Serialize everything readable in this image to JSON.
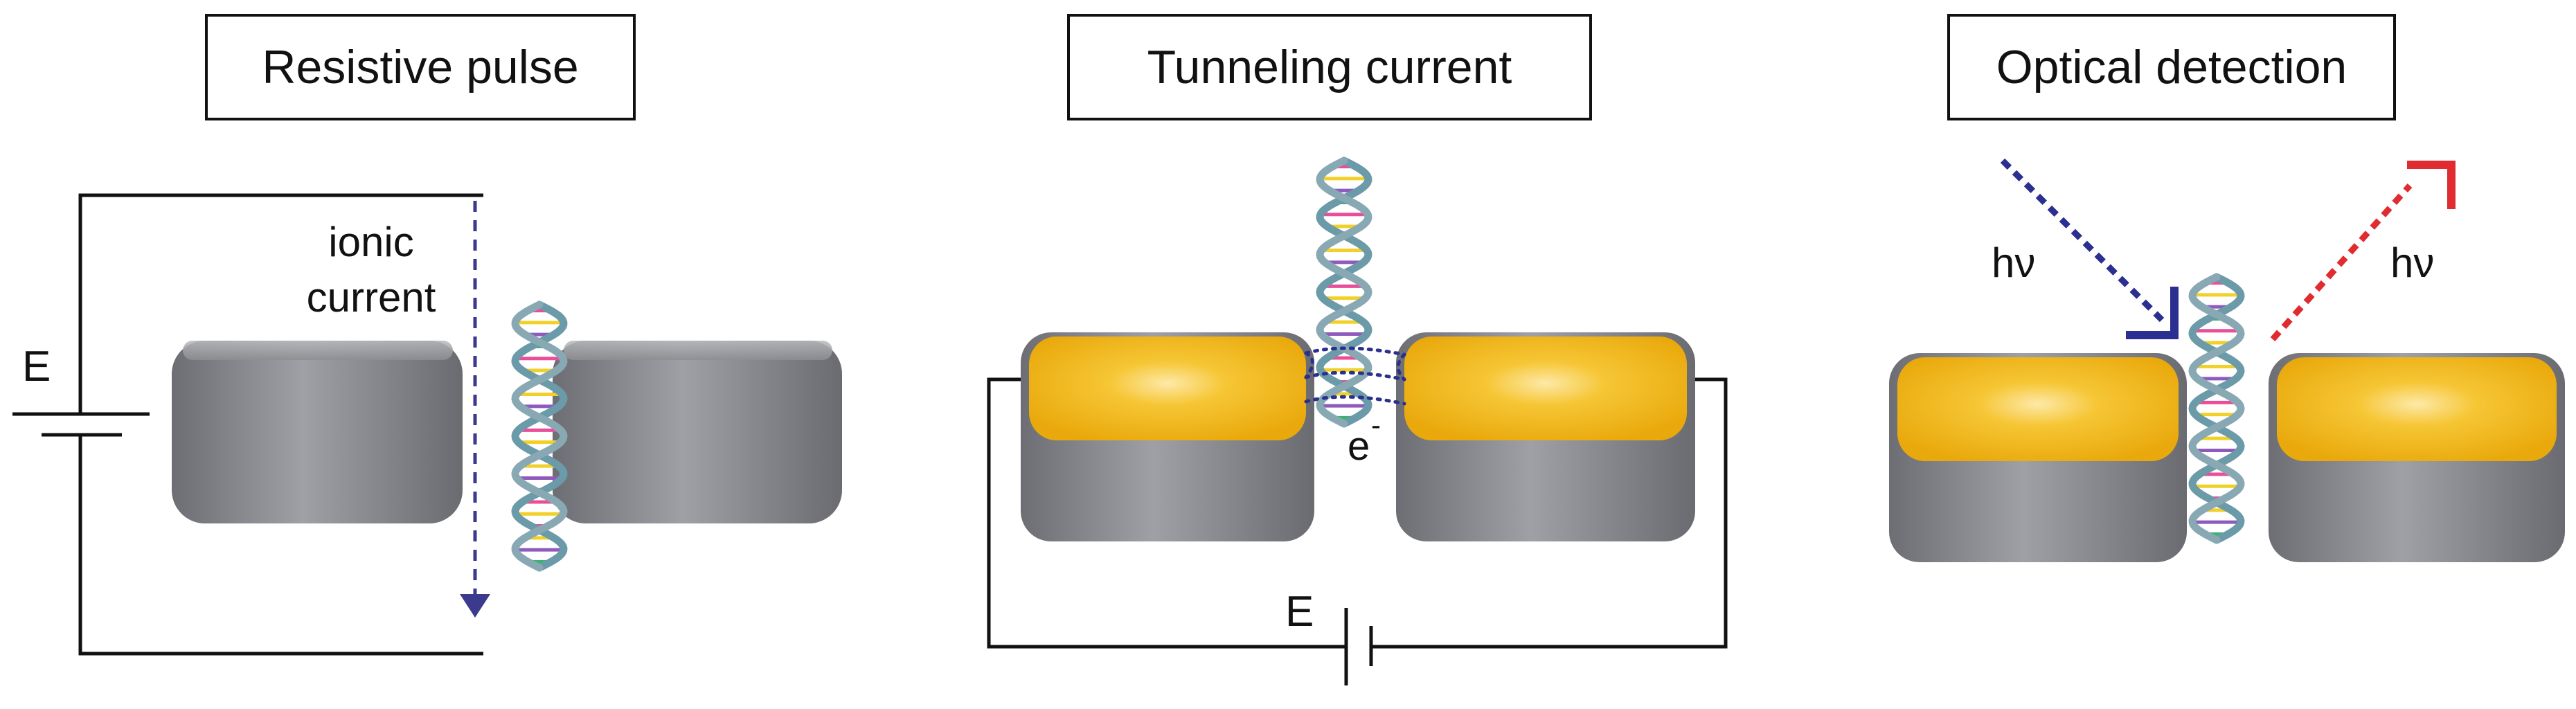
{
  "panels": [
    {
      "title": "Resistive pulse"
    },
    {
      "title": "Tunneling current"
    },
    {
      "title": "Optical detection"
    }
  ],
  "labels": {
    "ionic_line1": "ionic",
    "ionic_line2": "current",
    "voltage_left": "E",
    "voltage_middle": "E",
    "electron": "e",
    "electron_sup": "-",
    "photon_in": "hν",
    "photon_out": "hν"
  },
  "colors": {
    "membrane_gray": "#8a8b8f",
    "gold": "#f2b614",
    "ionic_arrow": "#3b3a8c",
    "photon_in": "#2b2f8f",
    "photon_out": "#e02b30"
  }
}
